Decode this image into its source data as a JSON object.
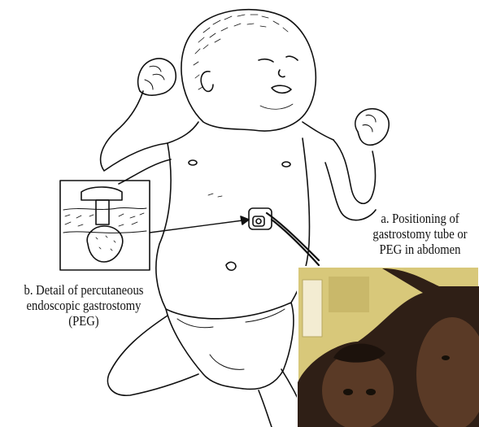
{
  "captions": {
    "a": [
      "a. Positioning of",
      "gastrostomy tube or",
      "PEG in abdomen"
    ],
    "b": [
      "b. Detail of percutaneous",
      "endoscopic gastrostomy",
      "(PEG)"
    ]
  },
  "colors": {
    "line": "#111111",
    "skin_photo": "#5a3a26",
    "photo_wall": "#d8c87a"
  }
}
